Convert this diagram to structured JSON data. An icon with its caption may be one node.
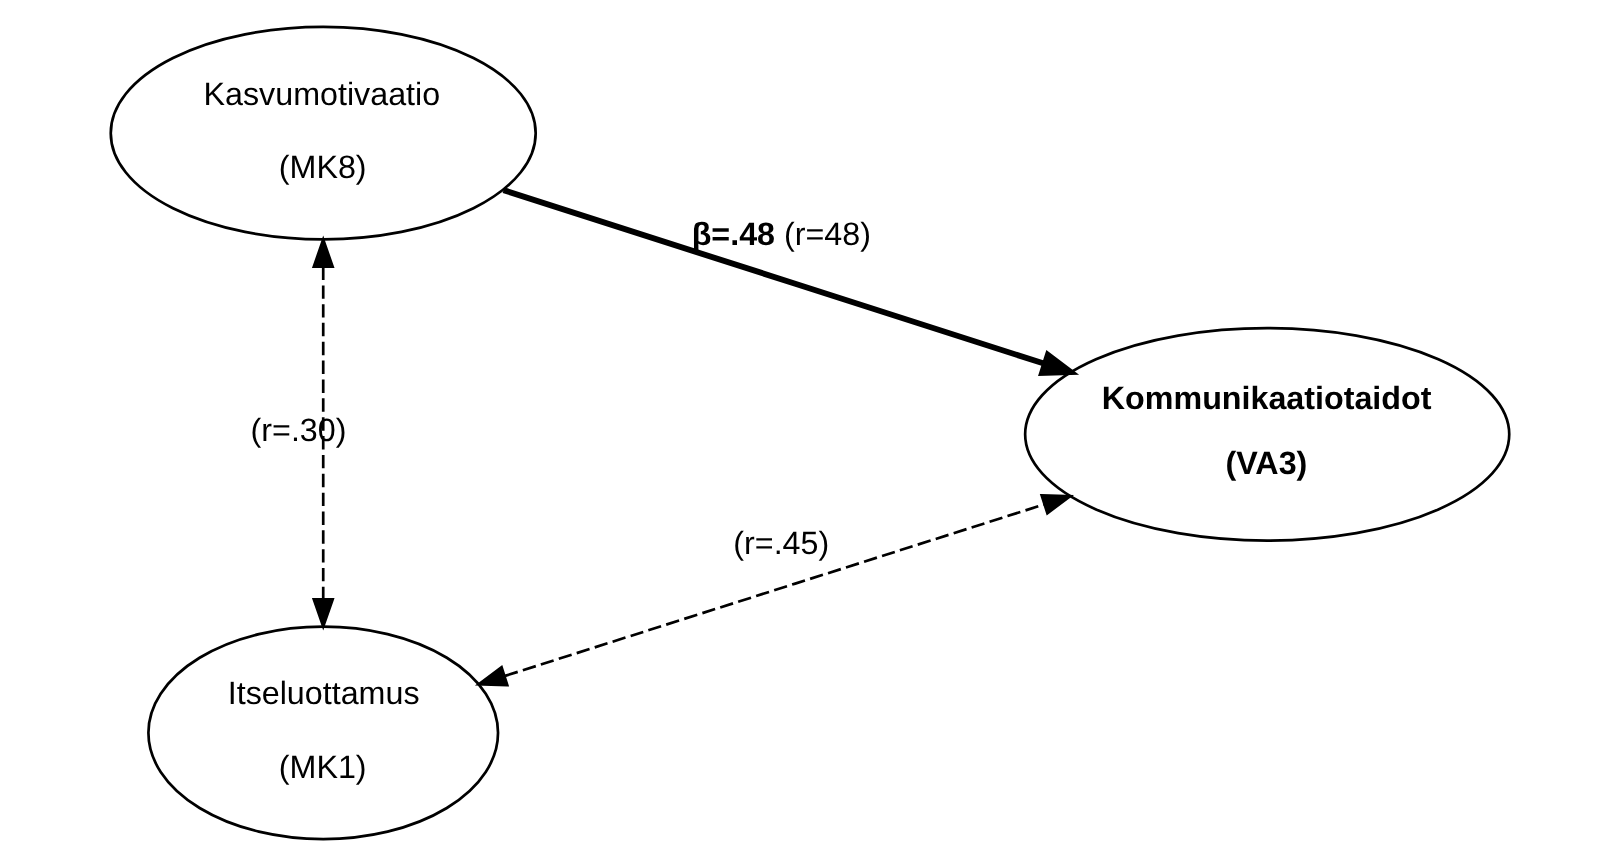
{
  "diagram": {
    "nodes": [
      {
        "text": [
          "Kasvumotivaatio",
          "(MK8)"
        ]
      },
      {
        "text": [
          "Kommunikaatiotaidot",
          "(VA3)"
        ]
      },
      {
        "text": [
          "Itseluottamus",
          "(MK1)"
        ]
      }
    ],
    "edges": [
      {
        "from": 0,
        "to": 1,
        "arrow": "to",
        "style": "thick",
        "label": "**β=.48** (r=48)"
      },
      {
        "from": 0,
        "to": 2,
        "arrow": "both",
        "style": "dashed",
        "label": "(r=.30)"
      },
      {
        "from": 2,
        "to": 1,
        "arrow": "both",
        "style": "dashed",
        "label": "(r=.45)"
      }
    ]
  }
}
